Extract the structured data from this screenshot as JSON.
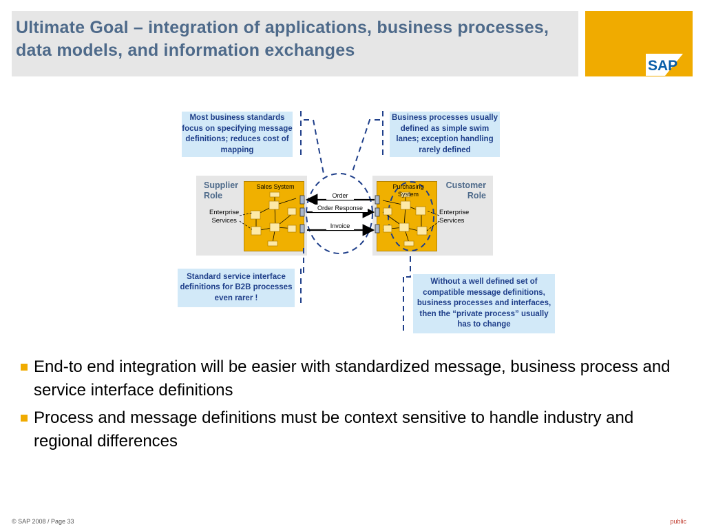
{
  "title": "Ultimate Goal – integration of applications, business processes, data models, and information exchanges",
  "logo": {
    "text": "SAP",
    "color": "#f0ab00"
  },
  "callouts": {
    "top_left": "Most business standards focus on specifying message definitions; reduces cost of mapping",
    "top_right": "Business processes usually defined as simple swim lanes; exception handling rarely defined",
    "bottom_left": "Standard service interface definitions for B2B processes even rarer !",
    "bottom_right": "Without a well defined set of compatible message definitions, business processes and interfaces, then the “private process” usually has to change"
  },
  "supplier": {
    "role": "Supplier\nRole",
    "system": "Sales System",
    "services": "Enterprise\nServices"
  },
  "customer": {
    "role": "Customer\nRole",
    "system": "Purchasing\nSystem",
    "services": "Enterprise\nServices"
  },
  "messages": [
    "Order",
    "Order Response",
    "Invoice"
  ],
  "bullets": [
    "End-to end integration will be easier with standardized message, business process and service interface definitions",
    "Process and message definitions must be context sensitive to handle industry and regional differences"
  ],
  "footer": {
    "copyright": "© SAP 2008 / Page 33",
    "classification": "public"
  }
}
